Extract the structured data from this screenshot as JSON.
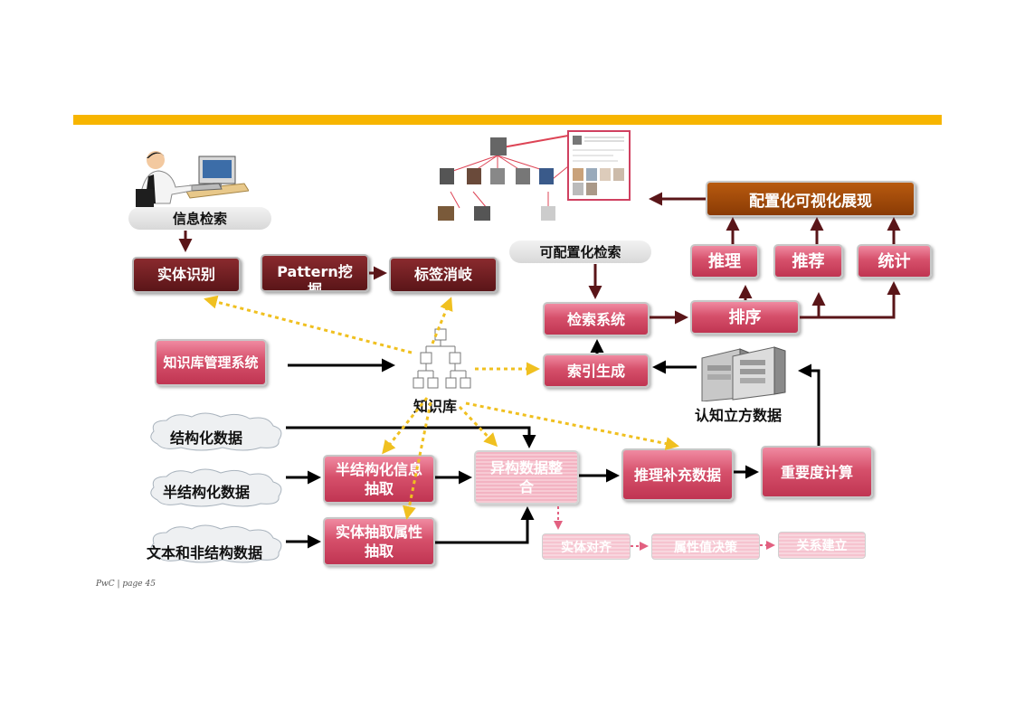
{
  "nodes": {
    "info_search": "信息检索",
    "entity_recognition": "实体识别",
    "pattern_mining": "Pattern挖掘",
    "tag_disambiguation": "标签消岐",
    "configurable_search": "可配置化检索",
    "search_system": "检索系统",
    "sorting": "排序",
    "inference": "推理",
    "recommendation": "推荐",
    "statistics": "统计",
    "configurable_visualization": "配置化可视化展现",
    "kb_management": "知识库管理系统",
    "knowledge_base": "知识库",
    "index_generation": "索引生成",
    "cognitive_cube": "认知立方数据",
    "structured_data": "结构化数据",
    "semi_structured_data": "半结构化数据",
    "text_unstructured_data": "文本和非结构数据",
    "semi_structured_extraction": "半结构化信息抽取",
    "entity_attr_extraction": "实体抽取属性抽取",
    "hetero_integration": "异构数据整合",
    "inference_supplement": "推理补充数据",
    "importance_calc": "重要度计算",
    "entity_alignment": "实体对齐",
    "attr_value_decision": "属性值决策",
    "relation_building": "关系建立"
  },
  "footer": "PwC  |  page 45",
  "colors": {
    "top_bar": "#f7b500",
    "dark_box": "#6b1c20",
    "pink_box": "#d6506b",
    "brown_box": "#9a4508",
    "dotted_arrow": "#f0c020",
    "arrow": "#000000",
    "dark_arrow": "#5a1518"
  }
}
